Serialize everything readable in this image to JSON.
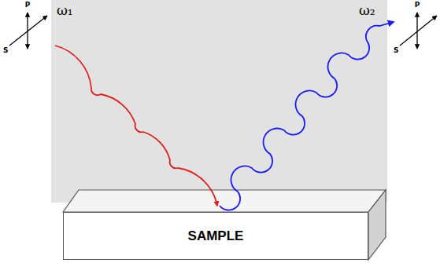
{
  "diagram": {
    "nodes": [
      {
        "text": [
          "SAMPLE"
        ]
      }
    ],
    "labels": [
      "P",
      "S",
      "ω₁",
      "P",
      "S",
      "ω₂"
    ]
  }
}
